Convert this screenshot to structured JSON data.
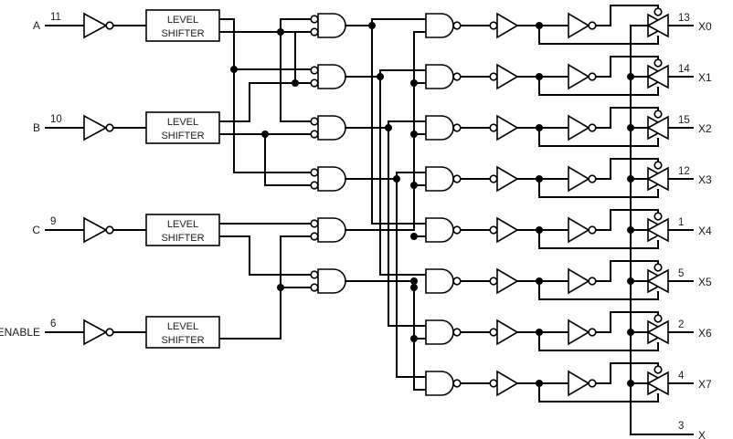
{
  "title": "8-Channel Analog Multiplexer Logic Diagram",
  "colors": {
    "line": "#000000",
    "text": "#1a1a1a",
    "background": "#ffffff"
  },
  "level_shifter_label": [
    "LEVEL",
    "SHIFTER"
  ],
  "inputs": [
    {
      "name": "A",
      "pin": "11"
    },
    {
      "name": "B",
      "pin": "10"
    },
    {
      "name": "C",
      "pin": "9"
    },
    {
      "name": "ENABLE",
      "pin": "6"
    }
  ],
  "outputs": [
    {
      "name": "X0",
      "pin": "13"
    },
    {
      "name": "X1",
      "pin": "14"
    },
    {
      "name": "X2",
      "pin": "15"
    },
    {
      "name": "X3",
      "pin": "12"
    },
    {
      "name": "X4",
      "pin": "1"
    },
    {
      "name": "X5",
      "pin": "5"
    },
    {
      "name": "X6",
      "pin": "2"
    },
    {
      "name": "X7",
      "pin": "4"
    }
  ],
  "common": {
    "name": "X",
    "pin": "3"
  }
}
